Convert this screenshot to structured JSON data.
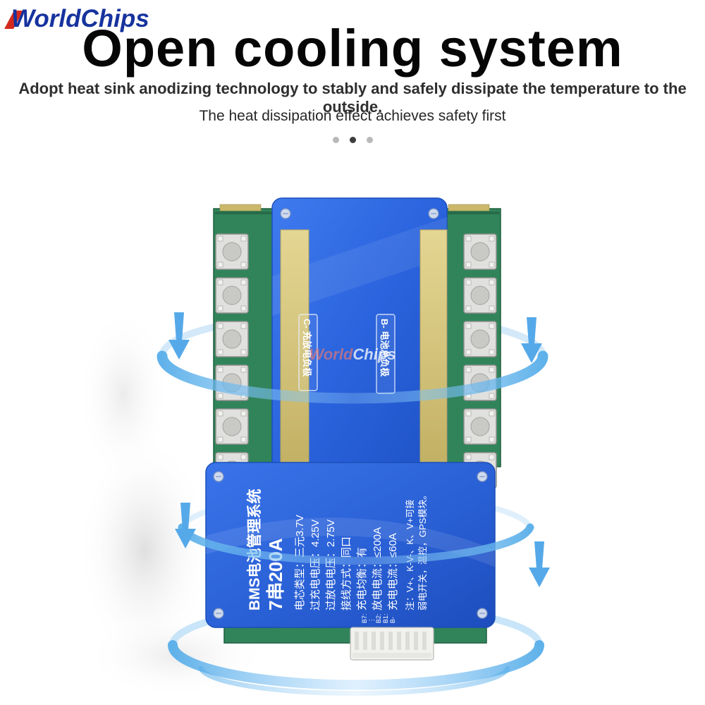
{
  "logo": {
    "text": "WorldChips"
  },
  "header": {
    "title": "Open cooling system",
    "subtitle1": "Adopt heat sink anodizing technology to stably and safely dissipate the temperature to the outside.",
    "subtitle2": "The heat dissipation effect achieves safety first"
  },
  "carousel": {
    "count": 3,
    "active_index": 1
  },
  "product": {
    "watermark": {
      "part1": "World",
      "part2": "Chips"
    },
    "plate_labels": {
      "left": "C- 充放电负极",
      "right": "B- 电池总负极"
    },
    "board_title": "BMS电池管理系统",
    "board_model": "7串200A",
    "specs": [
      "电芯类型：三元3.7V",
      "过充电电压：4.25V",
      "过放电电压：2.75V",
      "接线方式：同口",
      "充电均衡：有",
      "放电电流：≤200A",
      "充电电流：≤60A"
    ],
    "notes": [
      "注：V+、K-V-、K、V+可接",
      "弱电开关，温控，GPS模块。"
    ],
    "pin_labels": [
      "B7:",
      "⋮",
      "B2:",
      "B1:",
      "B-"
    ]
  },
  "colors": {
    "logo_blue": "#16339e",
    "logo_red": "#d42a1e",
    "plate_blue": "#2a63dd",
    "pcb_green": "#31845a",
    "heatsink_gold": "#d4c47c",
    "airflow_blue": "#58aee9"
  }
}
